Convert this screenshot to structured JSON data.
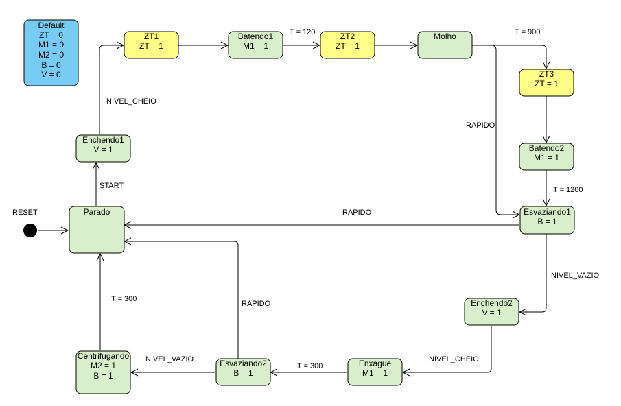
{
  "colors": {
    "state_fill": "#d9eecb",
    "zt_fill": "#ffff88",
    "default_fill": "#77ccf5",
    "stroke": "#000000"
  },
  "default_box": {
    "lines": [
      "Default",
      "ZT = 0",
      "M1 = 0",
      "M2 = 0",
      "B = 0",
      "V = 0"
    ]
  },
  "reset": {
    "label": "RESET"
  },
  "states": {
    "zt1": {
      "name": "ZT1",
      "lines": [
        "ZT = 1"
      ]
    },
    "batendo1": {
      "name": "Batendo1",
      "lines": [
        "M1 = 1"
      ]
    },
    "zt2": {
      "name": "ZT2",
      "lines": [
        "ZT = 1"
      ]
    },
    "molho": {
      "name": "Molho",
      "lines": []
    },
    "zt3": {
      "name": "ZT3",
      "lines": [
        "ZT = 1"
      ]
    },
    "batendo2": {
      "name": "Batendo2",
      "lines": [
        "M1 = 1"
      ]
    },
    "esvaziando1": {
      "name": "Esvaziando1",
      "lines": [
        "B = 1"
      ]
    },
    "enchendo1": {
      "name": "Enchendo1",
      "lines": [
        "V = 1"
      ]
    },
    "parado": {
      "name": "Parado",
      "lines": []
    },
    "enchendo2": {
      "name": "Enchendo2",
      "lines": [
        "V = 1"
      ]
    },
    "enxague": {
      "name": "Enxague",
      "lines": [
        "M1 = 1"
      ]
    },
    "esvaziando2": {
      "name": "Esvaziando2",
      "lines": [
        "B = 1"
      ]
    },
    "centrifugando": {
      "name": "Centrifugando",
      "lines": [
        "M2 = 1",
        "B = 1"
      ]
    }
  },
  "edges": {
    "reset_parado": "",
    "parado_enchendo1": "START",
    "enchendo1_zt1": "NIVEL_CHEIO",
    "zt1_batendo1": "",
    "batendo1_zt2": "T = 120",
    "zt2_molho": "",
    "molho_zt3": "T = 900",
    "molho_esvaziando1": "RAPIDO",
    "zt3_batendo2": "",
    "batendo2_esvaziando1": "T = 1200",
    "esvaziando1_parado": "RAPIDO",
    "esvaziando1_enchendo2": "NIVEL_VAZIO",
    "enchendo2_enxague": "NIVEL_CHEIO",
    "enxague_esvaziando2": "T = 300",
    "esvaziando2_centrifugando": "NIVEL_VAZIO",
    "esvaziando2_parado": "RAPIDO",
    "centrifugando_parado": "T = 300"
  }
}
